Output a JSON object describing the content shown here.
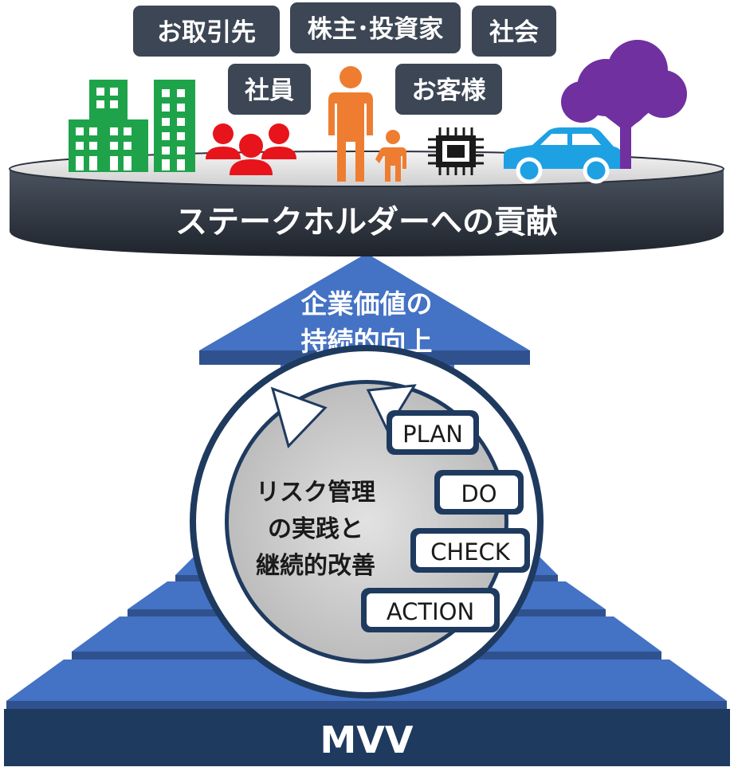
{
  "stakeholders": {
    "partners": "お取引先",
    "shareholders": "株主･投資家",
    "society": "社会",
    "employees": "社員",
    "customers": "お客様"
  },
  "platform_label": "ステークホルダーへの貢献",
  "arrow_label": {
    "line1": "企業価値の",
    "line2": "持続的向上"
  },
  "cycle_label": {
    "line1": "リスク管理",
    "line2": "の実践と",
    "line3": "継続的改善"
  },
  "pdca": {
    "plan": "PLAN",
    "do": "DO",
    "check": "CHECK",
    "action": "ACTION"
  },
  "base_label": "MVV",
  "colors": {
    "chip_bg": "#3c4654",
    "navy": "#1f3a5f",
    "blue": "#4472c4",
    "blue_dark": "#2f528f",
    "building": "#1fa34a",
    "people": "#e8141b",
    "figure": "#ee7d31",
    "car": "#1ea1e3",
    "tree": "#7030a0",
    "chip_icon": "#1a1a1a"
  },
  "icons": [
    "building-icon",
    "people-group-icon",
    "parent-child-icon",
    "microchip-icon",
    "car-icon",
    "tree-icon"
  ]
}
